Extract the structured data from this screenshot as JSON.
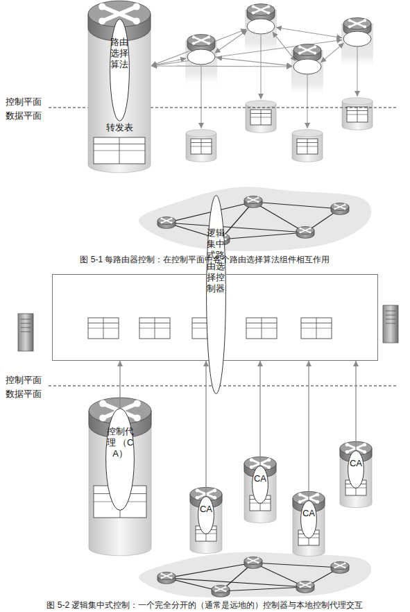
{
  "diagram": {
    "nodes": [
      {
        "text": [
          "转发表"
        ]
      },
      {
        "text": [
          "路由选择算法"
        ],
        "in": 0
      },
      {
        "text": []
      },
      {
        "text": [
          "逻辑集中式路由选择控制器"
        ],
        "in": 2
      },
      {
        "text": [
          "控制代理 （CA）"
        ]
      },
      {
        "text": [
          "CA"
        ]
      },
      {
        "text": [
          "CA"
        ]
      },
      {
        "text": [
          "CA"
        ]
      },
      {
        "text": [
          "CA"
        ]
      }
    ],
    "edges": [
      {
        "from": 4,
        "to": 2,
        "arrow": "to"
      },
      {
        "from": 5,
        "to": 2,
        "arrow": "to"
      },
      {
        "from": 6,
        "to": 2,
        "arrow": "to"
      },
      {
        "from": 7,
        "to": 2,
        "arrow": "to"
      },
      {
        "from": 8,
        "to": 2,
        "arrow": "to"
      }
    ],
    "labels": [
      "控制平面",
      "数据平面",
      "控制平面",
      "数据平面",
      "图 5-1 每路由器控制：在控制平面中各个路由选择算法组件相互作用",
      "图 5-2 逻辑集中式控制：一个完全分开的（通常是远地的）控制器与本地控制代理交互"
    ]
  }
}
